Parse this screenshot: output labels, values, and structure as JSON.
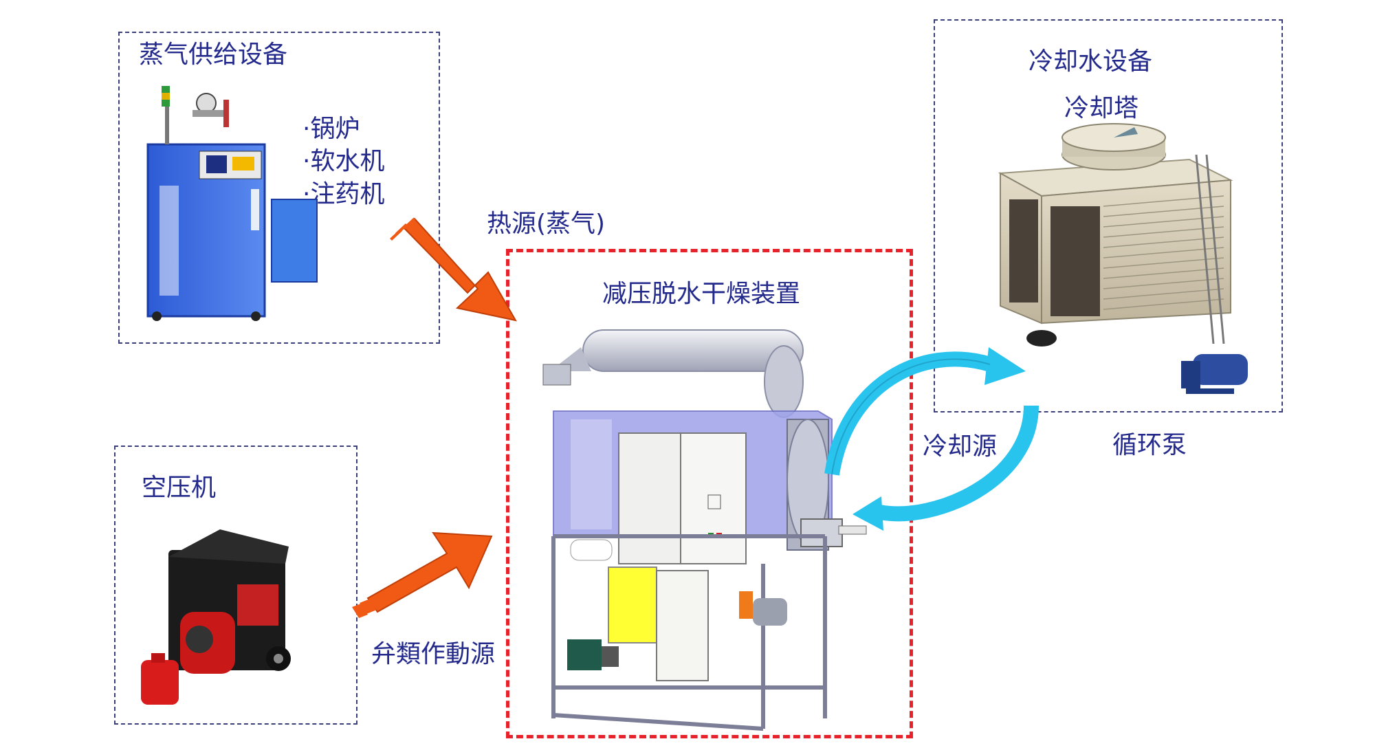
{
  "steam_box": {
    "title": "蒸气供给设备",
    "items": [
      "·锅炉",
      "·软水机",
      "·注药机"
    ]
  },
  "heat_source_label": "热源(蒸气)",
  "dryer_box": {
    "title": "减压脱水干燥装置"
  },
  "compressor_box": {
    "title": "空压机"
  },
  "valve_source_label": "弁類作動源",
  "cooling_box": {
    "title": "冷却水设备",
    "tower_label": "冷却塔"
  },
  "cooling_source_label": "冷却源",
  "pump_label": "循环泵",
  "colors": {
    "box_border": "#3a3f7a",
    "dryer_border": "#e8222a",
    "label_text": "#232a8c",
    "arrow_fill": "#f05a14",
    "cycle_arrow": "#29c4ee"
  }
}
